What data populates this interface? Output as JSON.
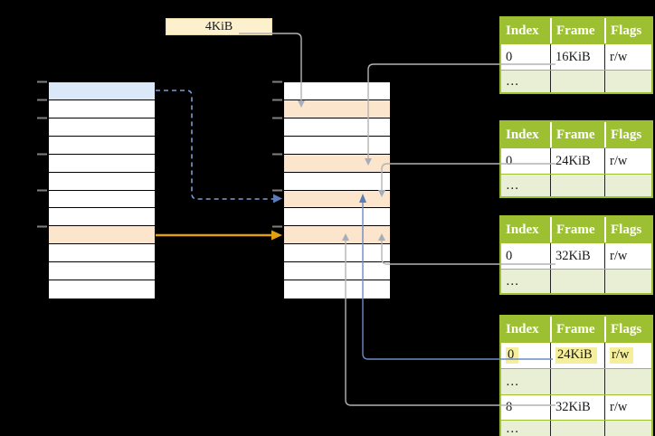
{
  "size_label": {
    "text": "4KiB"
  },
  "colors": {
    "label_bg": "#fcf0cd",
    "virtual_page_blue": "#dbe8f7",
    "page_orange": "#fce5cd",
    "table_header_green": "#9dc033",
    "table_alt_row_green": "#e9efd5",
    "text_highlight_yellow": "#f5ee9b",
    "arrow_gray": "#b3b3b3",
    "arrow_gray_head": "#a6adbb",
    "arrow_blue": "#6d8cc4",
    "arrow_blue_dashed": "#7c9bd4",
    "arrow_blue_head": "#5b7cb8",
    "arrow_orange": "#e0a010",
    "tick_gray": "#7f7f7f"
  },
  "virtual_memory_column": {
    "row_count": 12,
    "blue_rows": [
      0
    ],
    "orange_rows": [
      8
    ]
  },
  "physical_memory_column": {
    "row_count": 12,
    "blue_rows": [],
    "orange_rows": [
      1,
      4,
      6,
      8
    ]
  },
  "page_tables": [
    {
      "headers": [
        "Index",
        "Frame",
        "Flags"
      ],
      "rows": [
        {
          "index": "0",
          "frame": "16KiB",
          "flags": "r/w"
        },
        {
          "index": "…",
          "frame": "",
          "flags": ""
        }
      ]
    },
    {
      "headers": [
        "Index",
        "Frame",
        "Flags"
      ],
      "rows": [
        {
          "index": "0",
          "frame": "24KiB",
          "flags": "r/w"
        },
        {
          "index": "…",
          "frame": "",
          "flags": ""
        }
      ]
    },
    {
      "headers": [
        "Index",
        "Frame",
        "Flags"
      ],
      "rows": [
        {
          "index": "0",
          "frame": "32KiB",
          "flags": "r/w"
        },
        {
          "index": "…",
          "frame": "",
          "flags": ""
        }
      ]
    },
    {
      "headers": [
        "Index",
        "Frame",
        "Flags"
      ],
      "rows": [
        {
          "index": "0",
          "frame": "24KiB",
          "flags": "r/w",
          "highlighted": true
        },
        {
          "index": "…",
          "frame": "",
          "flags": ""
        },
        {
          "index": "8",
          "frame": "32KiB",
          "flags": "r/w"
        },
        {
          "index": "…",
          "frame": "",
          "flags": ""
        }
      ]
    }
  ]
}
